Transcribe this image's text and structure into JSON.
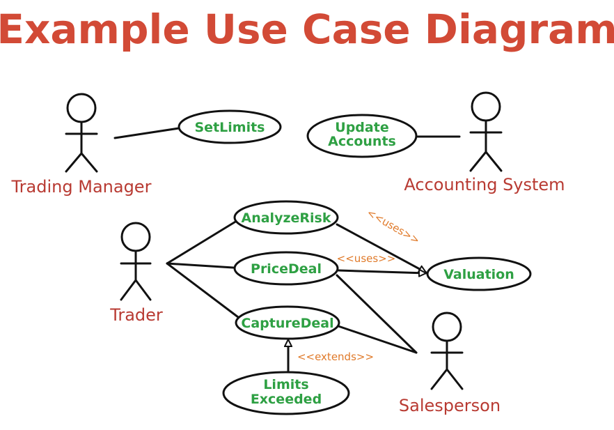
{
  "title": "Example Use Case Diagram",
  "actors": {
    "trading_manager": "Trading Manager",
    "accounting_system": "Accounting System",
    "trader": "Trader",
    "salesperson": "Salesperson"
  },
  "use_cases": {
    "set_limits": "SetLimits",
    "update_accounts_line1": "Update",
    "update_accounts_line2": "Accounts",
    "analyze_risk": "AnalyzeRisk",
    "price_deal": "PriceDeal",
    "capture_deal": "CaptureDeal",
    "valuation": "Valuation",
    "limits_exceeded_line1": "Limits",
    "limits_exceeded_line2": "Exceeded"
  },
  "stereotypes": {
    "uses_1": "<<uses>>",
    "uses_2": "<<uses>>",
    "extends": "<<extends>>"
  },
  "colors": {
    "title": "#d24a36",
    "actor_label": "#b83a32",
    "use_case_label": "#2ea043",
    "stereotype_label": "#e07a2a",
    "lines": "#111111"
  }
}
